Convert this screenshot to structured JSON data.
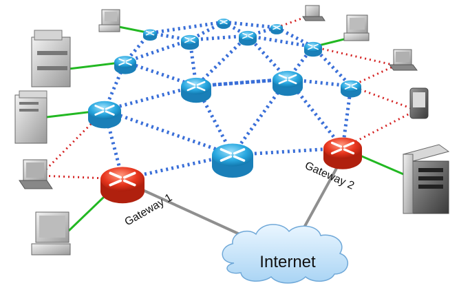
{
  "diagram": {
    "labels": {
      "gateway1": "Gateway 1",
      "gateway2": "Gateway 2",
      "internet": "Internet"
    },
    "nodes": {
      "routers": [
        {
          "id": "r-top",
          "kind": "mesh-router"
        },
        {
          "id": "r-upper-left",
          "kind": "mesh-router"
        },
        {
          "id": "r-upper-mid",
          "kind": "mesh-router"
        },
        {
          "id": "r-upper-right-a",
          "kind": "mesh-router"
        },
        {
          "id": "r-upper-right-b",
          "kind": "mesh-router"
        },
        {
          "id": "r-upper-right-c",
          "kind": "mesh-router"
        },
        {
          "id": "r-mid-left",
          "kind": "mesh-router"
        },
        {
          "id": "r-mid-center",
          "kind": "mesh-router"
        },
        {
          "id": "r-mid-right",
          "kind": "mesh-router"
        },
        {
          "id": "r-right",
          "kind": "mesh-router"
        },
        {
          "id": "r-left",
          "kind": "mesh-router"
        },
        {
          "id": "r-center",
          "kind": "mesh-router"
        },
        {
          "id": "gw1",
          "kind": "gateway-router"
        },
        {
          "id": "gw2",
          "kind": "gateway-router"
        }
      ],
      "devices": [
        {
          "id": "desktop-top",
          "kind": "desktop"
        },
        {
          "id": "laptop-top-right",
          "kind": "laptop"
        },
        {
          "id": "desktop-right",
          "kind": "desktop"
        },
        {
          "id": "printer-left",
          "kind": "printer"
        },
        {
          "id": "laptop-right",
          "kind": "laptop"
        },
        {
          "id": "pda-right",
          "kind": "pda"
        },
        {
          "id": "tower-left",
          "kind": "tower"
        },
        {
          "id": "laptop-left",
          "kind": "laptop"
        },
        {
          "id": "desktop-bottom-left",
          "kind": "desktop"
        },
        {
          "id": "server-right",
          "kind": "server"
        }
      ]
    },
    "colors": {
      "mesh_link": "#3a6fd8",
      "wireless_link": "#d42020",
      "wired_link": "#22b822",
      "internet_link": "#9a9a9a",
      "router": "#29a8e0",
      "gateway": "#e8361e",
      "cloud": "#c9e6fb"
    }
  }
}
